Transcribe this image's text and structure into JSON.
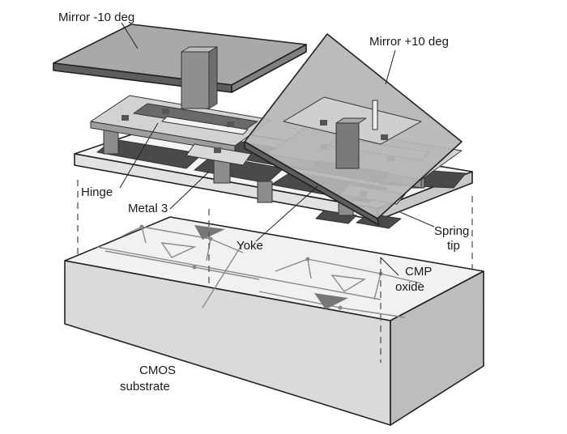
{
  "labels": {
    "mirror_neg": "Mirror -10 deg",
    "mirror_pos": "Mirror +10 deg",
    "hinge": "Hinge",
    "metal3": "Metal 3",
    "yoke": "Yoke",
    "spring_line1": "Spring",
    "spring_line2": "tip",
    "cmp_line1": "CMP",
    "cmp_line2": "oxide",
    "cmos_line1": "CMOS",
    "cmos_line2": "substrate"
  },
  "colors": {
    "substrate_top": "#f1f1f1",
    "substrate_front": "#dadada",
    "substrate_side": "#bdbdbd",
    "oxide_layer": "#f4f4f4",
    "metal_dark": "#4a4a4a",
    "mirror": "#a9a9a9",
    "yoke": "#d2d2d2",
    "post": "#8c8c8c"
  }
}
